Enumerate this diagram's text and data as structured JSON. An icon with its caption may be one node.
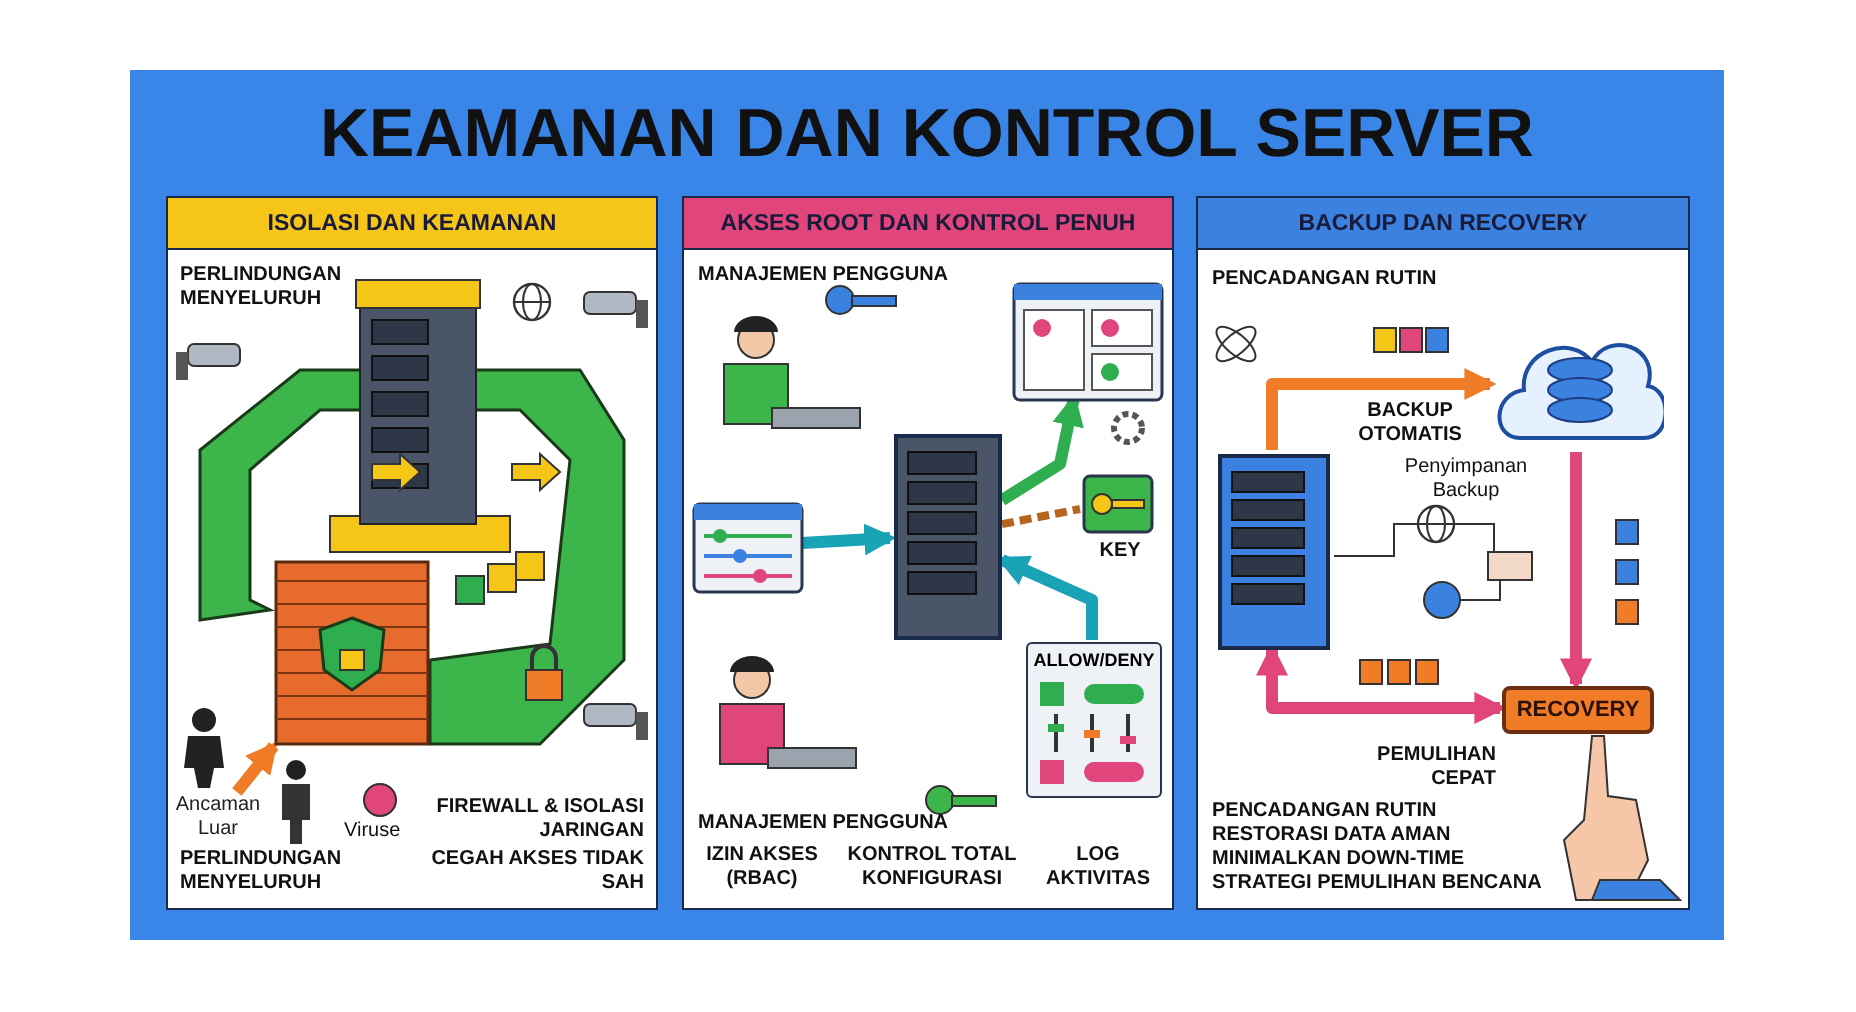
{
  "diagram": {
    "title": "KEAMANAN DAN KONTROL SERVER",
    "nodes": [
      {
        "text": [
          "ISOLASI DAN KEAMANAN"
        ]
      },
      {
        "text": [
          "AKSES ROOT DAN KONTROL PENUH"
        ]
      },
      {
        "text": [
          "BACKUP DAN RECOVERY"
        ]
      },
      {
        "text": [],
        "shape": "picture",
        "in": 2
      },
      {
        "text": [],
        "shape": "cloud",
        "in": 2,
        "beside": [
          "Penyimpanan Backup"
        ]
      },
      {
        "text": [
          "RECOVERY"
        ],
        "in": 2
      },
      {
        "text": [
          "Ancaman Luar"
        ],
        "in": 0
      },
      {
        "text": [],
        "shape": "picture",
        "in": 0
      },
      {
        "text": [],
        "shape": "picture",
        "in": 1
      },
      {
        "text": [],
        "shape": "box",
        "in": 1,
        "beside": [
          "KEY"
        ]
      },
      {
        "text": [
          "ALLOW/DENY"
        ],
        "in": 1
      },
      {
        "text": [],
        "shape": "box",
        "in": 1
      },
      {
        "text": [],
        "shape": "box",
        "in": 1
      }
    ],
    "edges": [
      {
        "from": 3,
        "to": 4,
        "arrow": "to",
        "label": "BACKUP OTOMATIS",
        "color": "#f07c28"
      },
      {
        "from": 4,
        "to": 5,
        "arrow": "to",
        "color": "#e0457b"
      },
      {
        "from": 5,
        "to": 3,
        "arrow": "both",
        "color": "#e0457b"
      },
      {
        "from": 6,
        "to": 7,
        "arrow": "to",
        "color": "#f07c28"
      },
      {
        "from": 11,
        "to": 8,
        "arrow": "to",
        "color": "#1aa3b5"
      },
      {
        "from": 8,
        "to": 12,
        "arrow": "to",
        "color": "#2fae4f"
      },
      {
        "from": 10,
        "to": 8,
        "arrow": "to",
        "color": "#1aa3b5"
      },
      {
        "from": 8,
        "to": 9,
        "arrow": "none",
        "style": "dashed",
        "color": "#b5651d"
      }
    ],
    "labels": [
      "PERLINDUNGAN MENYELURUH",
      "Viruse",
      "FIREWALL & ISOLASI JARINGAN",
      "PERLINDUNGAN MENYELURUH",
      "CEGAH AKSES TIDAK SAH",
      "MANAJEMEN PENGGUNA",
      "MANAJEMEN PENGGUNA",
      "IZIN AKSES (RBAC)",
      "KONTROL TOTAL KONFIGURASI",
      "LOG AKTIVITAS",
      "PENCADANGAN RUTIN",
      "PEMULIHAN CEPAT",
      "PENCADANGAN RUTIN",
      "RESTORASI DATA AMAN",
      "MINIMALKAN DOWN-TIME",
      "STRATEGI PEMULIHAN BENCANA"
    ]
  }
}
